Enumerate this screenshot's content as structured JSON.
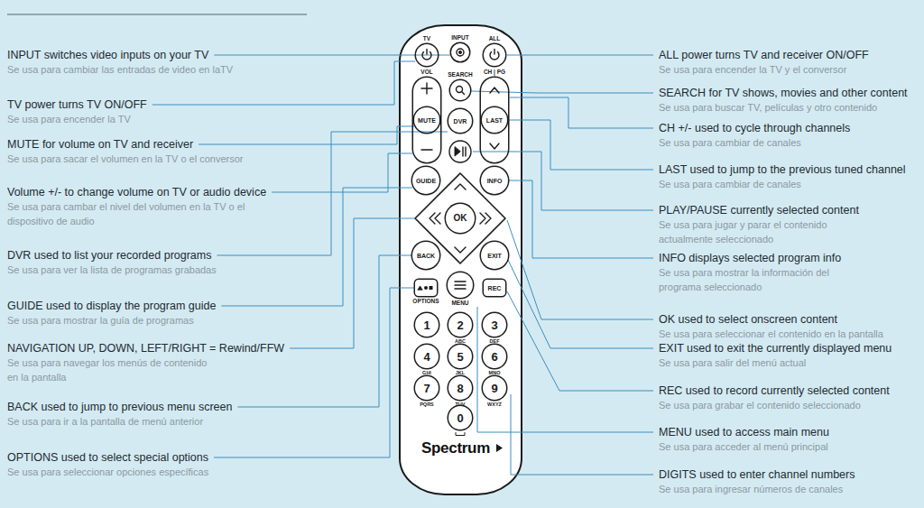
{
  "diagram": {
    "nodes": [
      {
        "text": [
          "Spectrum"
        ]
      },
      {
        "text": [
          "TV"
        ],
        "in": 0
      },
      {
        "text": [
          "INPUT"
        ],
        "in": 0
      },
      {
        "text": [
          "ALL"
        ],
        "in": 0
      },
      {
        "text": [
          "VOL"
        ],
        "in": 0
      },
      {
        "text": [
          "MUTE"
        ],
        "in": 4
      },
      {
        "text": [
          "SEARCH"
        ],
        "in": 0
      },
      {
        "text": [
          "DVR"
        ],
        "in": 0
      },
      {
        "text": [
          "CH | PG"
        ],
        "in": 0
      },
      {
        "text": [
          "LAST"
        ],
        "in": 8
      },
      {
        "text": [
          "GUIDE"
        ],
        "in": 0
      },
      {
        "text": [
          "INFO"
        ],
        "in": 0
      },
      {
        "text": [
          "OK"
        ],
        "in": 0
      },
      {
        "text": [
          "BACK"
        ],
        "in": 0
      },
      {
        "text": [
          "EXIT"
        ],
        "in": 0
      },
      {
        "text": [
          "OPTIONS"
        ],
        "in": 0
      },
      {
        "text": [
          "MENU"
        ],
        "in": 0
      },
      {
        "text": [
          "REC"
        ],
        "in": 0
      },
      {
        "text": [
          "1"
        ],
        "in": 0
      },
      {
        "text": [
          "2",
          "ABC"
        ],
        "in": 0
      },
      {
        "text": [
          "3",
          "DEF"
        ],
        "in": 0
      },
      {
        "text": [
          "4",
          "GHI"
        ],
        "in": 0
      },
      {
        "text": [
          "5",
          "JKL"
        ],
        "in": 0
      },
      {
        "text": [
          "6",
          "MNO"
        ],
        "in": 0
      },
      {
        "text": [
          "7",
          "PQRS"
        ],
        "in": 0
      },
      {
        "text": [
          "8",
          "TUV"
        ],
        "in": 0
      },
      {
        "text": [
          "9",
          "WXYZ"
        ],
        "in": 0
      },
      {
        "text": [
          "0"
        ],
        "in": 0
      }
    ],
    "labels": [
      "INPUT switches video inputs on your TV",
      "Se usa para cambiar las entradas de video en laTV",
      "TV power turns TV ON/OFF",
      "Se usa para encender la TV",
      "MUTE for volume on TV and receiver",
      "Se usa para sacar el volumen en la TV o el conversor",
      "Volume +/- to change volume on TV or audio device",
      "Se usa para cambar el nivel del volumen en la TV o el dispositivo de audio",
      "DVR used to list your recorded programs",
      "Se usa para ver la lista de programas grabadas",
      "GUIDE used to display the program guide",
      "Se usa para mostrar la guía de programas",
      "NAVIGATION UP, DOWN, LEFT/RIGHT = Rewind/FFW",
      "Se usa para navegar los menús de contenido en la pantalla",
      "BACK used to jump to previous menu screen",
      "Se usa para ir a la pantalla de menú anterior",
      "OPTIONS used to select special options",
      "Se usa para seleccionar opciones específicas",
      "ALL power turns TV and receiver ON/OFF",
      "Se usa para encender la TV y el conversor",
      "SEARCH for TV shows, movies and other content",
      "Se usa para buscar TV, películas y otro contenido",
      "CH +/- used to cycle through channels",
      "Se usa para cambiar de canales",
      "LAST used to jump to the previous tuned channel",
      "Se usa para cambiar de canales",
      "PLAY/PAUSE currently selected content",
      "Se usa para jugar y parar el contenido actualmente seleccionado",
      "INFO displays selected program info",
      "Se usa para mostrar la información del programa seleccionado",
      "OK used to select onscreen content",
      "Se usa para seleccionar el contenido en la pantalla",
      "EXIT used to exit the currently displayed menu",
      "Se usa para salir del menú actual",
      "REC used to record currently selected content",
      "Se usa para grabar el contenido seleccionado",
      "MENU used to access main menu",
      "Se usa para acceder al menú principal",
      "DIGITS used to enter channel numbers",
      "Se usa para ingresar números de canales"
    ]
  }
}
